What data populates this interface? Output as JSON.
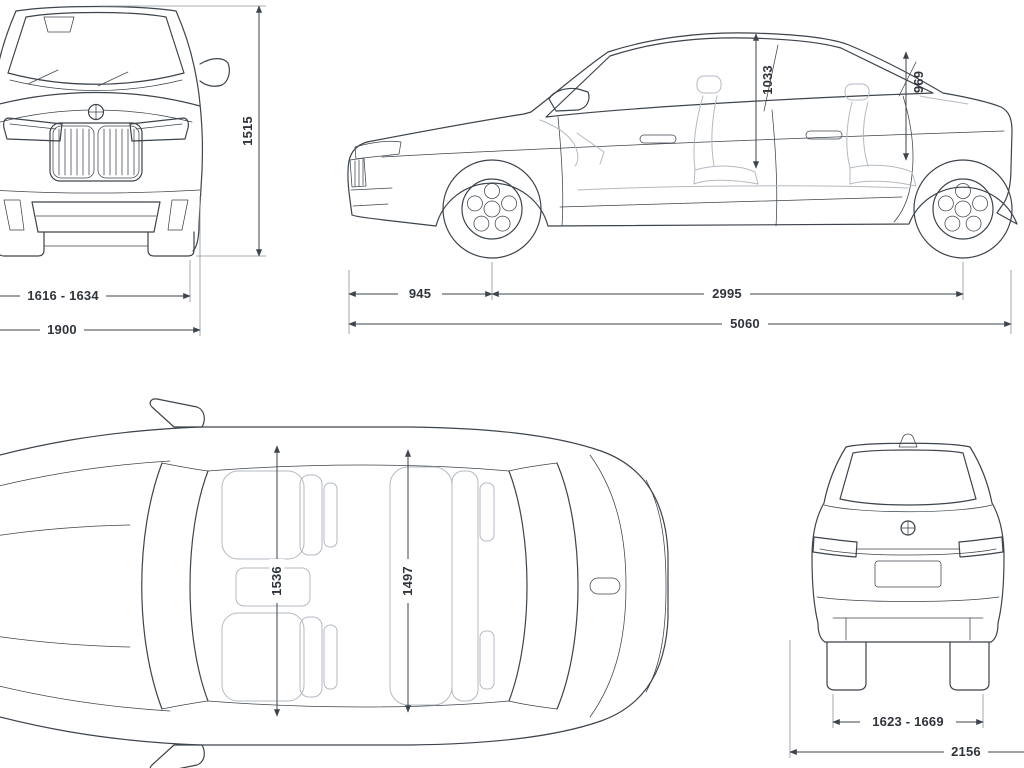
{
  "palette": {
    "background": "#ffffff",
    "line": "#3d444b",
    "secondary_line": "#b3bac0",
    "dimension_line": "#8d959c",
    "label_text": "#2f353b"
  },
  "views": {
    "front": {
      "dims": {
        "height": "1515",
        "track": "1616 - 1634",
        "width": "1900"
      }
    },
    "side": {
      "dims": {
        "front_headroom": "1033",
        "rear_headroom": "969",
        "front_overhang": "945",
        "wheelbase": "2995",
        "length": "5060"
      }
    },
    "top": {
      "dims": {
        "front_shoulder_width": "1536",
        "rear_shoulder_width": "1497"
      }
    },
    "rear": {
      "dims": {
        "track": "1623 - 1669",
        "width_mirrors": "2156"
      }
    }
  }
}
